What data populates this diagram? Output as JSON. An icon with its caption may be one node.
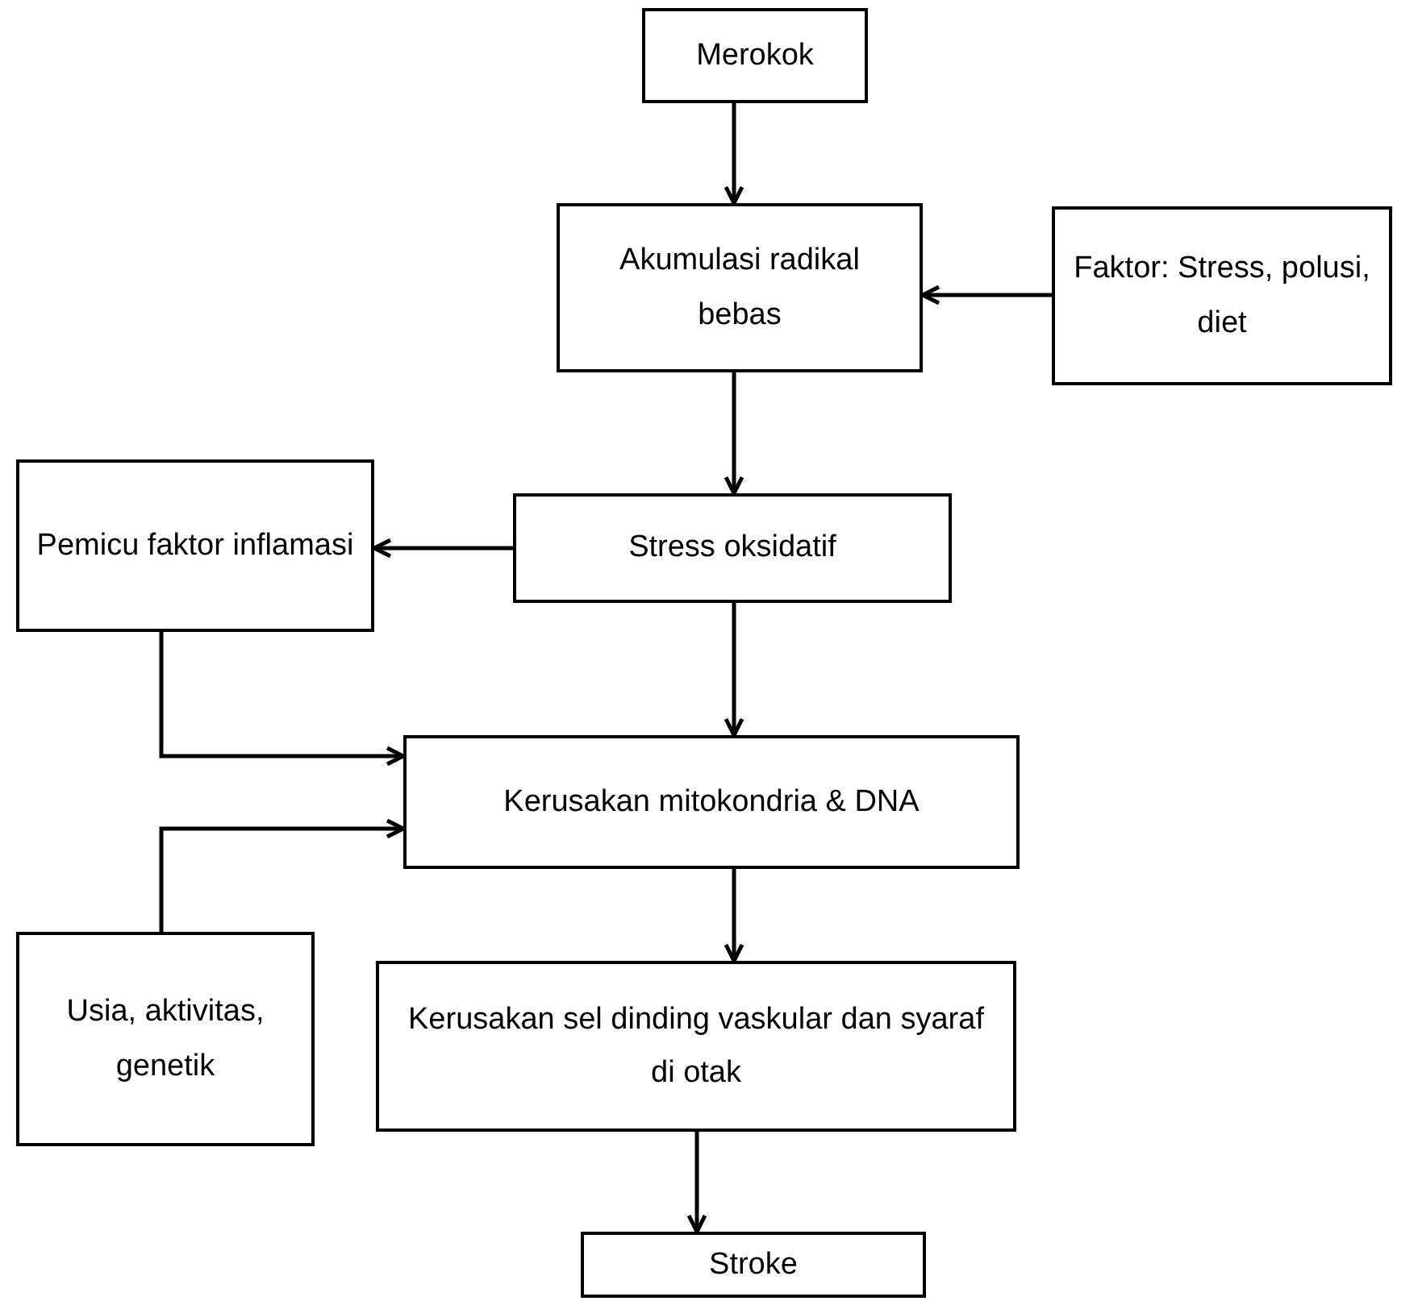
{
  "diagram": {
    "nodes": [
      {
        "text": [
          "Merokok"
        ]
      },
      {
        "text": [
          "Akumulasi radikal bebas"
        ]
      },
      {
        "text": [
          "Faktor: Stress, polusi, diet"
        ]
      },
      {
        "text": [
          "Pemicu faktor inflamasi"
        ]
      },
      {
        "text": [
          "Stress oksidatif"
        ]
      },
      {
        "text": [
          "Kerusakan mitokondria & DNA"
        ]
      },
      {
        "text": [
          "Usia, aktivitas, genetik"
        ]
      },
      {
        "text": [
          "Kerusakan sel dinding vaskular dan syaraf di otak"
        ]
      },
      {
        "text": [
          "Stroke"
        ]
      }
    ],
    "edges": [
      {
        "from": 0,
        "to": 1,
        "arrow": "to"
      },
      {
        "from": 2,
        "to": 1,
        "arrow": "to"
      },
      {
        "from": 1,
        "to": 4,
        "arrow": "to"
      },
      {
        "from": 4,
        "to": 3,
        "arrow": "to"
      },
      {
        "from": 4,
        "to": 5,
        "arrow": "to"
      },
      {
        "from": 3,
        "to": 5,
        "arrow": "to"
      },
      {
        "from": 6,
        "to": 5,
        "arrow": "to"
      },
      {
        "from": 5,
        "to": 7,
        "arrow": "to"
      },
      {
        "from": 7,
        "to": 8,
        "arrow": "to"
      }
    ]
  }
}
